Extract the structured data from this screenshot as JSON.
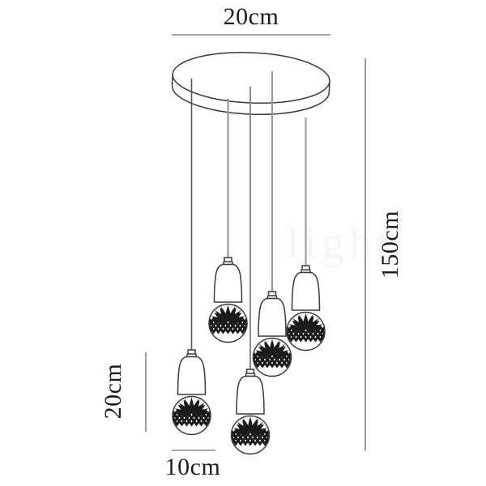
{
  "diagram": {
    "type": "product-dimension-diagram",
    "subject": "cluster-pendant-lamp-5-crystal-bulbs",
    "pendant_count": 5,
    "labels": {
      "canopy_width": "20cm",
      "drop_height": "150cm",
      "pendant_height": "20cm",
      "bulb_diameter": "10cm"
    },
    "watermark": "light",
    "colors": {
      "background": "#ffffff",
      "line": "#3a3a3a",
      "pattern": "#1b1b1b",
      "dimension_line": "#4f4f4f",
      "text": "#1d1d1d",
      "cord": "#9a9a9a"
    }
  }
}
